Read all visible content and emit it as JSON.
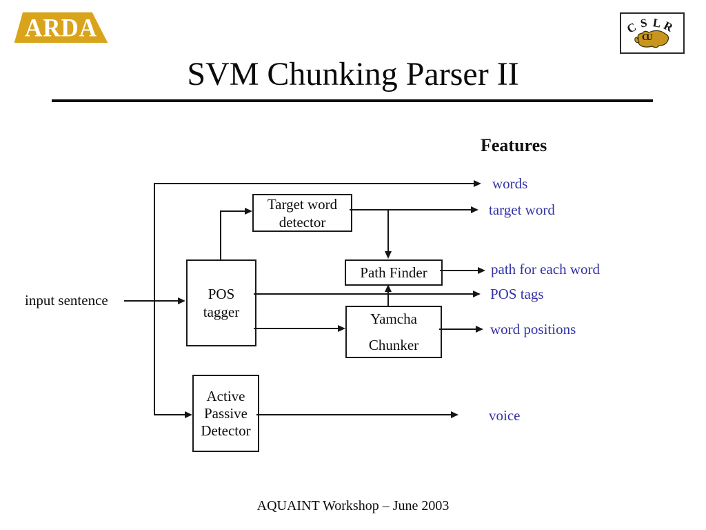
{
  "slide": {
    "title": "SVM Chunking Parser II",
    "footer": "AQUAINT Workshop – June 2003",
    "background_color": "#ffffff"
  },
  "logos": {
    "arda": {
      "text": "ARDA",
      "gold_color": "#D9A41C"
    },
    "cslr": {
      "letters": [
        "C",
        "S",
        "L",
        "R"
      ],
      "monogram": "CU",
      "buffalo_color": "#C8961E"
    }
  },
  "diagram": {
    "features_heading": "Features",
    "input_label": "input sentence",
    "label_color": "#3333A6",
    "boxes": {
      "target_word_detector": {
        "lines": [
          "Target word",
          "detector"
        ]
      },
      "pos_tagger": {
        "lines": [
          "POS",
          "tagger"
        ]
      },
      "path_finder": {
        "lines": [
          "Path Finder"
        ]
      },
      "yamcha_chunker": {
        "lines": [
          "Yamcha",
          "Chunker"
        ]
      },
      "active_passive_detector": {
        "lines": [
          "Active",
          "Passive",
          "Detector"
        ]
      }
    },
    "outputs": [
      {
        "label": "words"
      },
      {
        "label": "target word"
      },
      {
        "label": "path for each word"
      },
      {
        "label": "POS tags"
      },
      {
        "label": "word positions"
      },
      {
        "label": "voice"
      }
    ]
  }
}
